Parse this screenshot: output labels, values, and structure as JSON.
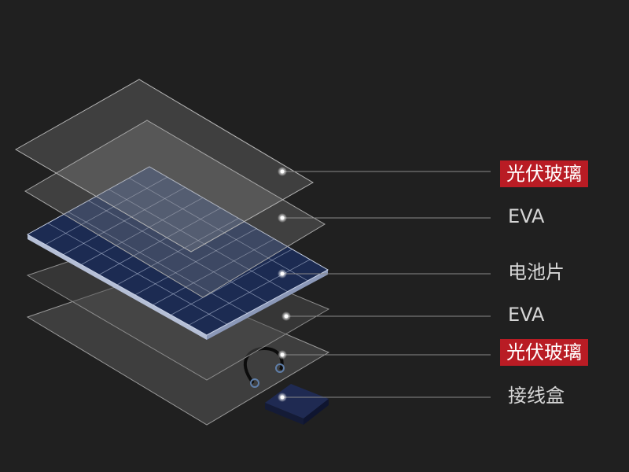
{
  "diagram": {
    "layers": [
      {
        "id": "top-glass",
        "label": "光伏玻璃",
        "highlight": true
      },
      {
        "id": "top-eva",
        "label": "EVA",
        "highlight": false
      },
      {
        "id": "cells",
        "label": "电池片",
        "highlight": false
      },
      {
        "id": "bottom-eva",
        "label": "EVA",
        "highlight": false
      },
      {
        "id": "bottom-glass",
        "label": "光伏玻璃",
        "highlight": true
      },
      {
        "id": "junction-box",
        "label": "接线盒",
        "highlight": false
      }
    ],
    "colors": {
      "background": "#202020",
      "highlight": "#b91c24",
      "cell_blue": "#1c2b52",
      "grid_line": "#c8d3ea",
      "leader_line": "#8a8a8a",
      "junction_box": "#1a2344"
    }
  }
}
